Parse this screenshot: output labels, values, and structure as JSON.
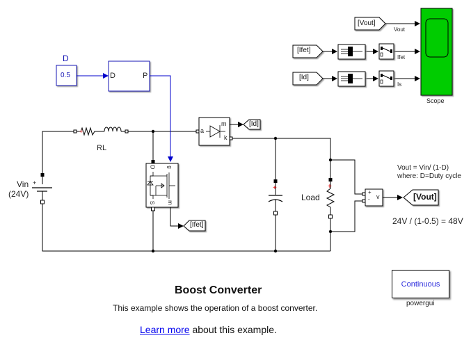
{
  "model": {
    "title": "Boost Converter",
    "description": "This example shows the operation of a boost converter.",
    "learn_more_link": "Learn more",
    "learn_more_suffix": " about this example."
  },
  "blocks": {
    "duty_constant": {
      "label": "D",
      "value": "0.5"
    },
    "pwm_generator": {
      "input_port": "D",
      "output_port": "P"
    },
    "vin_source": {
      "label_line1": "Vin",
      "label_line2": "(24V)",
      "plus": "+"
    },
    "rl_branch": {
      "label": "RL"
    },
    "mosfet": {
      "port_d": "D",
      "port_g": "g",
      "port_s": "S",
      "port_m": "m"
    },
    "diode": {
      "port_a": "a",
      "port_m": "m",
      "port_k": "k"
    },
    "load": {
      "label": "Load"
    },
    "voltage_measurement": {
      "plus": "+",
      "minus": "-",
      "output": "v"
    },
    "scope": {
      "label": "Scope"
    },
    "powergui": {
      "mode": "Continuous",
      "label": "powergui"
    }
  },
  "tags": {
    "from_vout": "[Vout]",
    "from_ifet": "[Ifet]",
    "from_id": "[Id]",
    "goto_id": "[Id]",
    "goto_ifet": "[Ifet]",
    "goto_vout": "[Vout]"
  },
  "signals": {
    "vout": "Vout",
    "ifet": "Ifet",
    "is": "Is"
  },
  "annotations": {
    "formula_line1": "Vout = Vin/ (1-D)",
    "formula_line2": "where: D=Duty cycle",
    "result": "24V / (1-0.5) = 48V"
  },
  "colors": {
    "scope_fill": "#00cc00",
    "signal_blue": "#0000cc",
    "polarity_red": "#e00000",
    "link_blue": "#0000ee",
    "powergui_text": "#2a2adc"
  }
}
